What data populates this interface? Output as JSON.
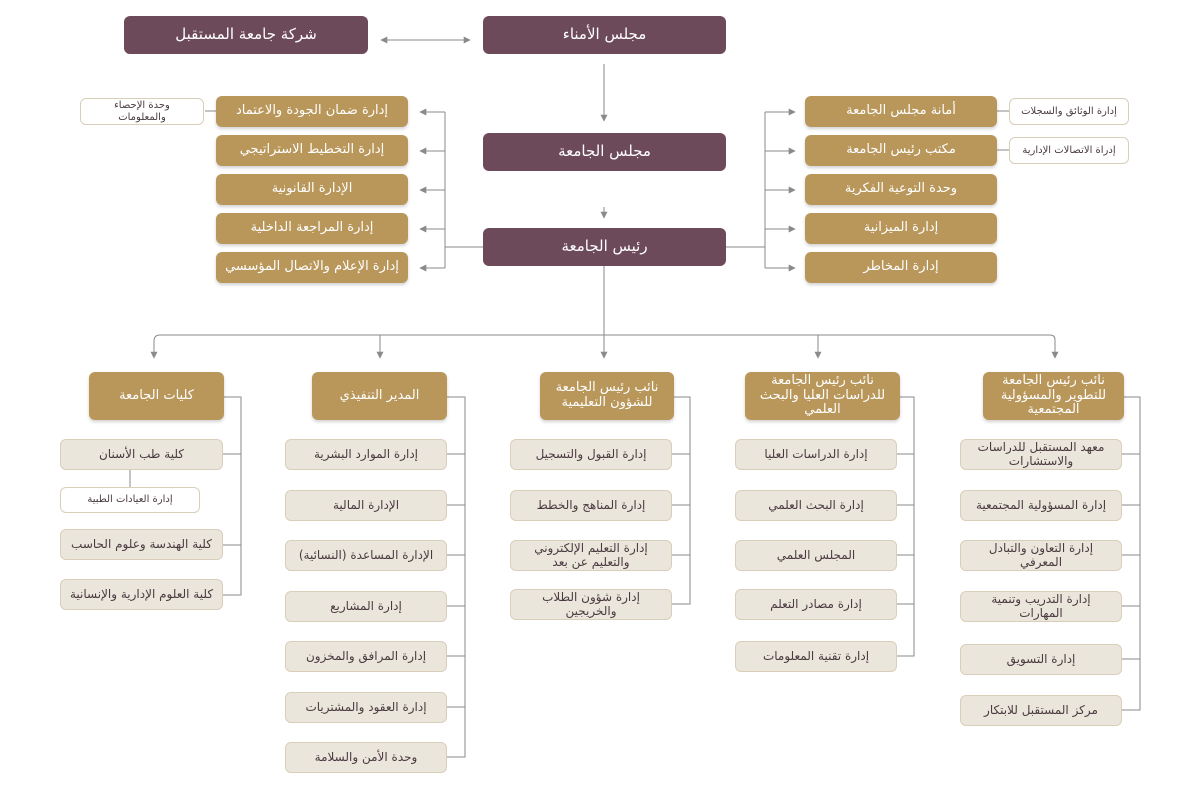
{
  "colors": {
    "purple": "#6d4a59",
    "gold": "#b9975b",
    "beige": "#ebe6dc",
    "line": "#8a8a8a"
  },
  "top": {
    "trustees": "مجلس الأمناء",
    "company": "شركة جامعة المستقبل",
    "university_council": "مجلس الجامعة",
    "president": "رئيس الجامعة"
  },
  "left_units": [
    "إدارة ضمان الجودة والاعتماد",
    "إدارة التخطيط الاستراتيجي",
    "الإدارة القانونية",
    "إدارة المراجعة الداخلية",
    "إدارة الإعلام والاتصال المؤسسي"
  ],
  "left_note": "وحدة الإحصاء والمعلومات",
  "right_units": [
    "أمانة مجلس الجامعة",
    "مكتب رئيس الجامعة",
    "وحدة التوعية الفكرية",
    "إدارة الميزانية",
    "إدارة المخاطر"
  ],
  "right_notes": [
    "إدارة الوثائق والسجلات",
    "إدراة الاتصالات الإدارية"
  ],
  "columns": [
    {
      "head": "كليات الجامعة",
      "items": [
        "كلية طب الأسنان",
        "كلية الهندسة وعلوم الحاسب",
        "كلية العلوم الإدارية والإنسانية"
      ],
      "note": "إدارة العيادات الطبية"
    },
    {
      "head": "المدير التنفيذي",
      "items": [
        "إدارة الموارد البشرية",
        "الإدارة المالية",
        "الإدارة المساعدة (النسائية)",
        "إدارة المشاريع",
        "إدارة المرافق والمخزون",
        "إدارة العقود والمشتريات",
        "وحدة الأمن والسلامة"
      ]
    },
    {
      "head": "نائب رئيس الجامعة للشؤون التعليمية",
      "items": [
        "إدارة القبول والتسجيل",
        "إدارة المناهج والخطط",
        "إدارة التعليم الإلكتروني والتعليم عن بعد",
        "إدارة شؤون الطلاب والخريجين"
      ]
    },
    {
      "head": "نائب رئيس الجامعة للدراسات العليا والبحث العلمي",
      "items": [
        "إدارة الدراسات العليا",
        "إدارة البحث العلمي",
        "المجلس العلمي",
        "إدارة مصادر التعلم",
        "إدارة تقنية المعلومات"
      ]
    },
    {
      "head": "نائب رئيس الجامعة للتطوير والمسؤولية المجتمعية",
      "items": [
        "معهد المستقبل للدراسات والاستشارات",
        "إدارة المسؤولية المجتمعية",
        "إدارة التعاون والتبادل المعرفي",
        "إدارة التدريب وتنمية المهارات",
        "إدارة التسويق",
        "مركز المستقبل للابتكار"
      ]
    }
  ]
}
